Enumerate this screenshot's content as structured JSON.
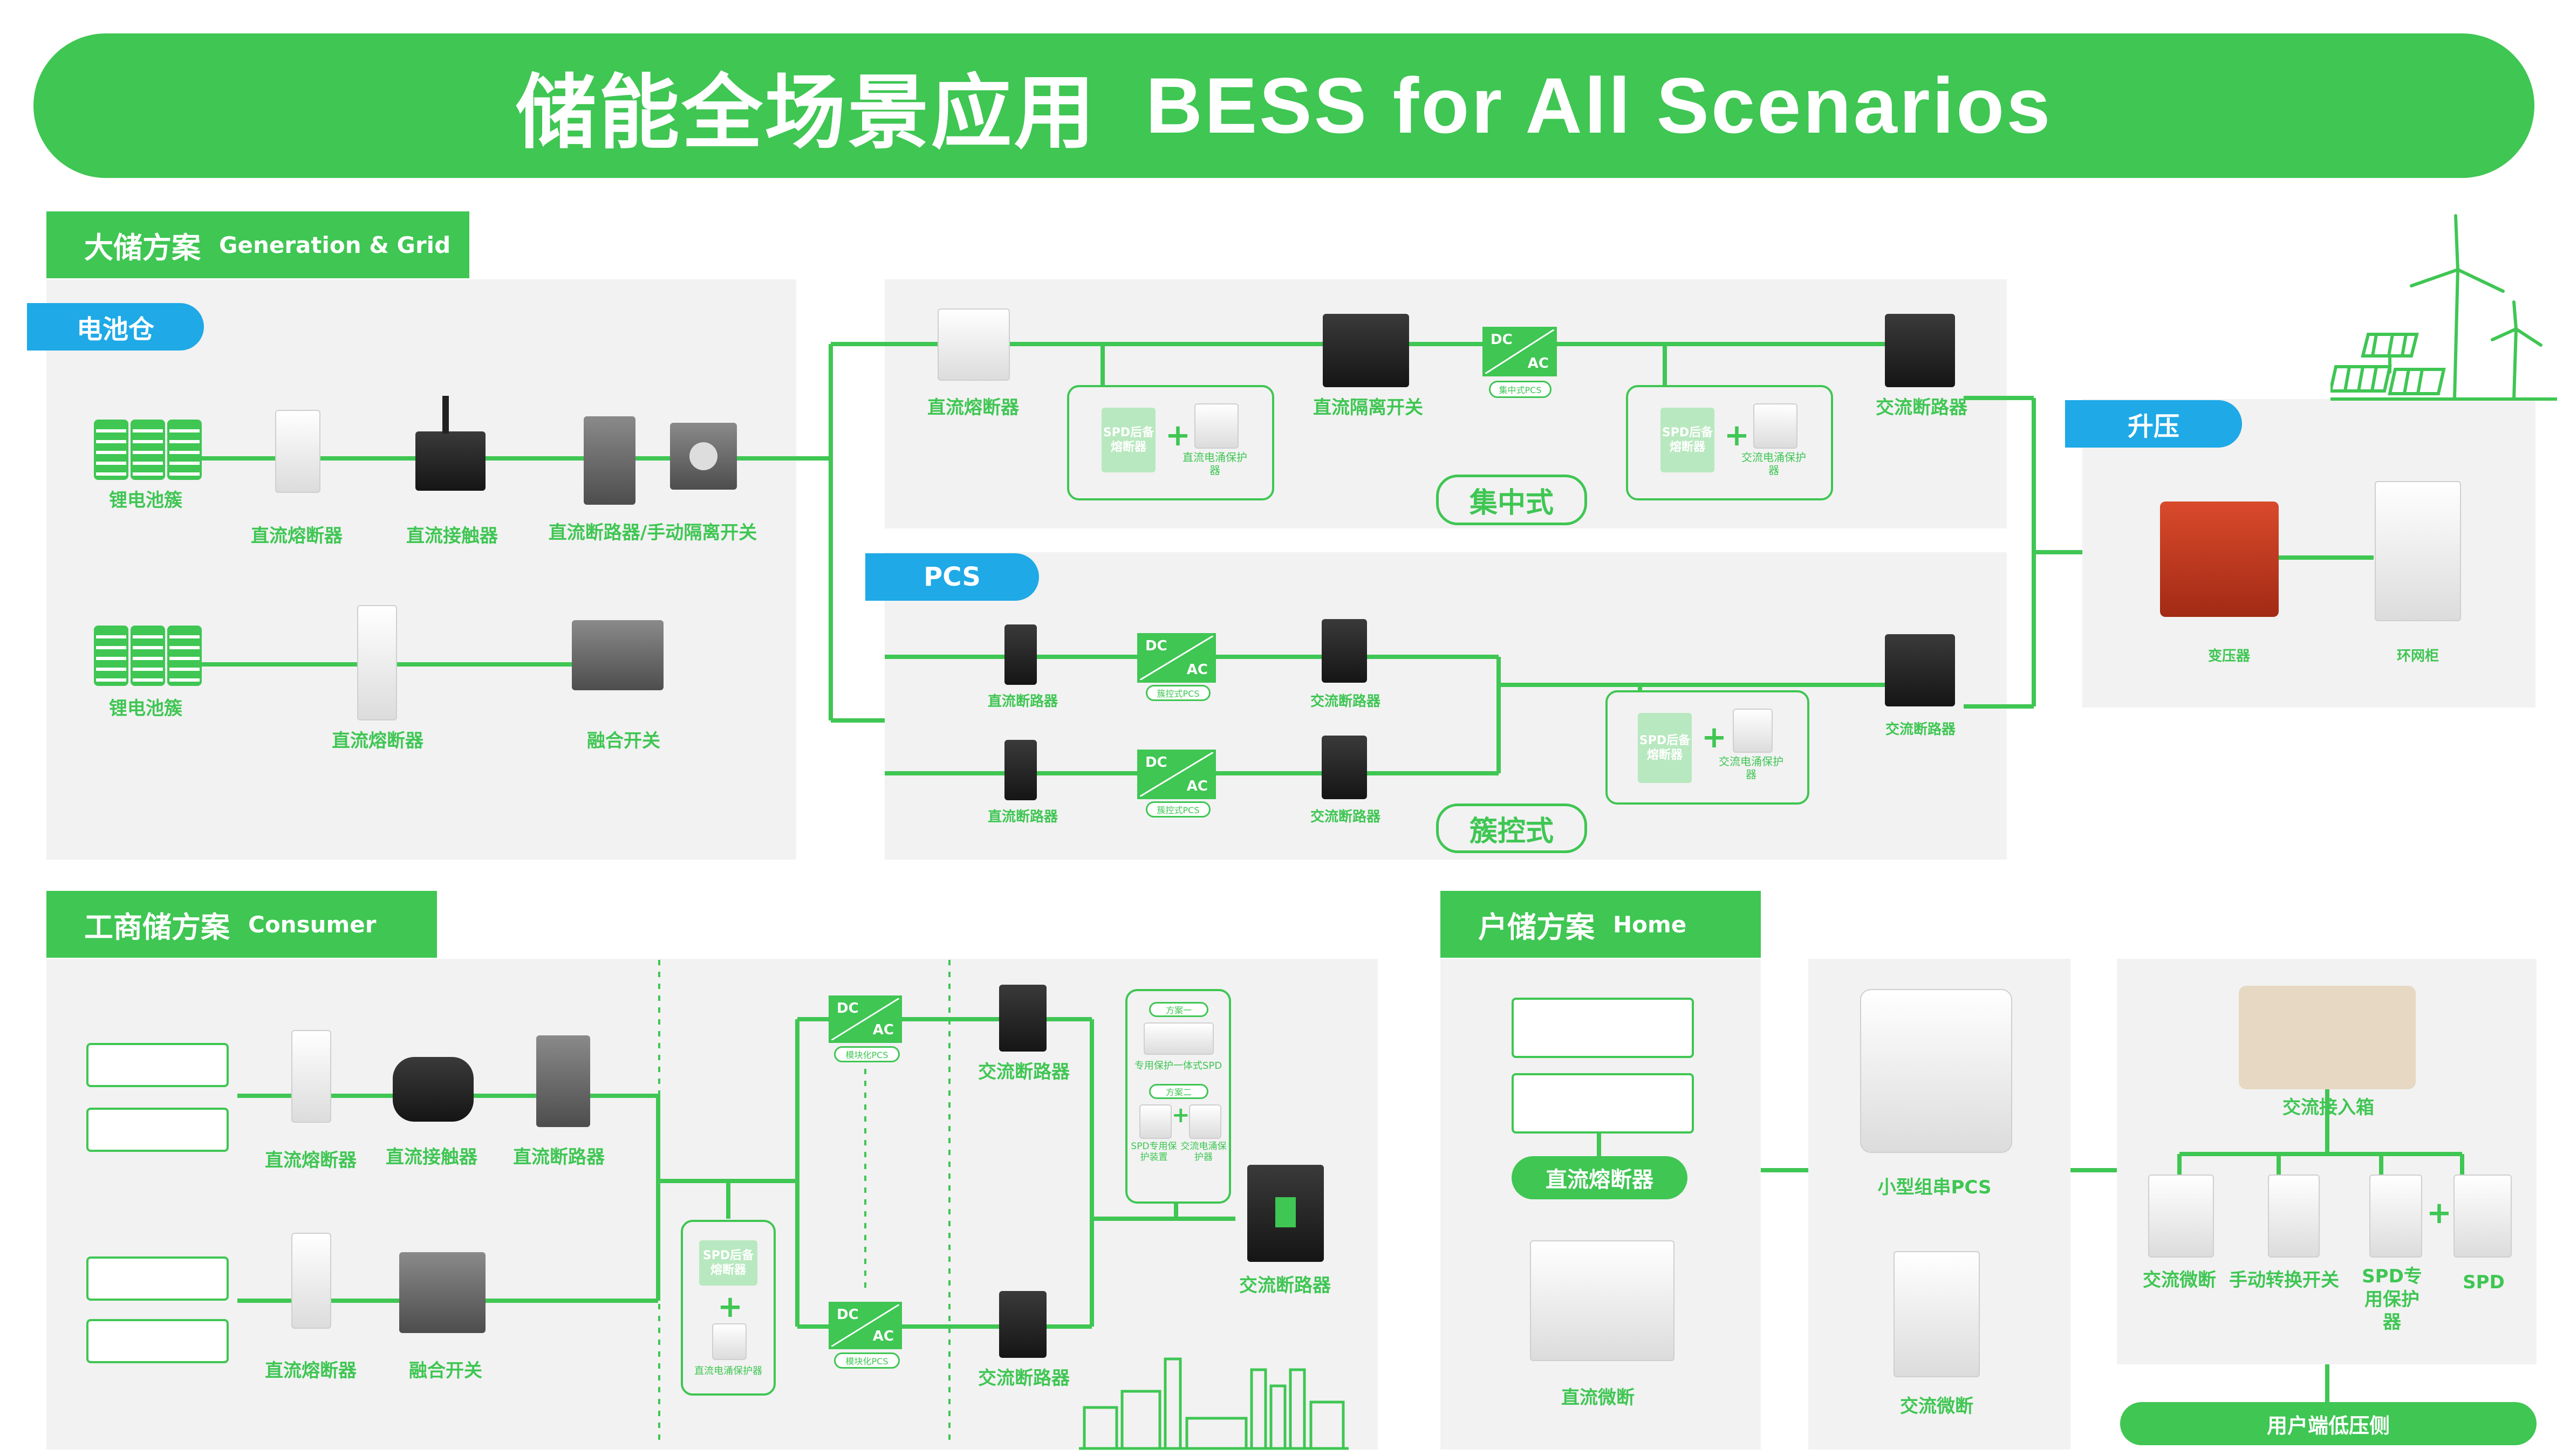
{
  "title": {
    "zh": "储能全场景应用",
    "en": "BESS for All Scenarios"
  },
  "colors": {
    "brand_green": "#3fc653",
    "accent_blue": "#1fa9e6",
    "panel_gray": "#f2f2f2"
  },
  "sections": {
    "grid": {
      "tag_zh": "大储方案",
      "tag_en": "Generation & Grid",
      "battery_room": {
        "title": "电池仓",
        "row1": [
          "锂电池簇",
          "直流熔断器",
          "直流接触器",
          "直流断路器/手动隔离开关"
        ],
        "row2": [
          "锂电池簇",
          "直流熔断器",
          "融合开关"
        ]
      },
      "centralized": {
        "items": [
          "直流熔断器",
          "直流隔离开关",
          "交流断路器"
        ],
        "dcac": {
          "dc": "DC",
          "ac": "AC",
          "caption": "集中式PCS"
        },
        "spd1": {
          "left": "SPD后备熔断器",
          "right": "直流电涌保护器"
        },
        "spd2": {
          "left": "SPD后备熔断器",
          "right": "交流电涌保护器"
        },
        "mode": "集中式"
      },
      "pcs": {
        "title": "PCS",
        "row_labels": [
          "直流断路器",
          "交流断路器"
        ],
        "dcac_caption": "簇控式PCS",
        "ac_breaker": "交流断路器",
        "spd": {
          "left": "SPD后备熔断器",
          "right": "交流电涌保护器"
        },
        "mode": "簇控式"
      },
      "stepup": {
        "title": "升压",
        "items": [
          "变压器",
          "环网柜"
        ]
      }
    },
    "consumer": {
      "tag_zh": "工商储方案",
      "tag_en": "Consumer",
      "row1": [
        "直流熔断器",
        "直流接触器",
        "直流断路器"
      ],
      "row2": [
        "直流熔断器",
        "融合开关"
      ],
      "spd": {
        "top": "SPD后备熔断器",
        "bottom": "直流电涌保护器"
      },
      "dcac_caption": "模块化PCS",
      "ac_breakers": [
        "交流断路器",
        "交流断路器"
      ],
      "option_box": {
        "opt1_title": "方案一",
        "opt1_text": "专用保护一体式SPD",
        "opt2_title": "方案二",
        "opt2_left": "SPD专用保护装置",
        "opt2_right": "交流电涌保护器"
      },
      "main_ac": "交流断路器"
    },
    "home": {
      "tag_zh": "户储方案",
      "tag_en": "Home",
      "fuse_pill": "直流熔断器",
      "dc_mcb": "直流微断",
      "pcs": "小型组串PCS",
      "ac_mcb": "交流微断",
      "ac_box": "交流接入箱",
      "bottom_items": [
        "交流微断",
        "手动转换开关",
        "SPD专用保护器",
        "SPD"
      ],
      "low_voltage": "用户端低压侧"
    }
  }
}
